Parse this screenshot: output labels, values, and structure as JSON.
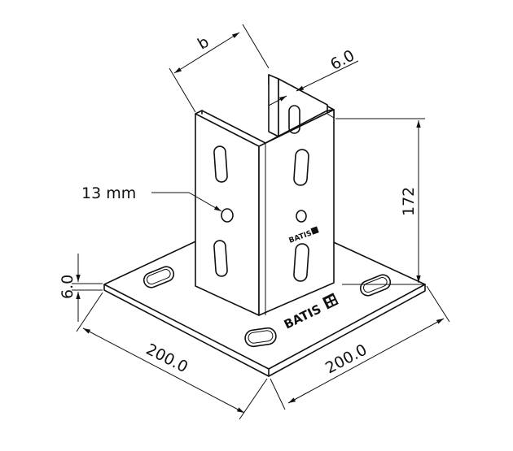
{
  "drawing": {
    "dimensions": {
      "channel_width": "b",
      "wall_thickness": "6.0",
      "hole_diameter": "13 mm",
      "post_height": "172",
      "plate_thickness": "6.0",
      "plate_width_left": "200.0",
      "plate_width_right": "200.0"
    },
    "brand": {
      "plate_logo": "BATIS",
      "post_logo": "BATIS"
    }
  }
}
